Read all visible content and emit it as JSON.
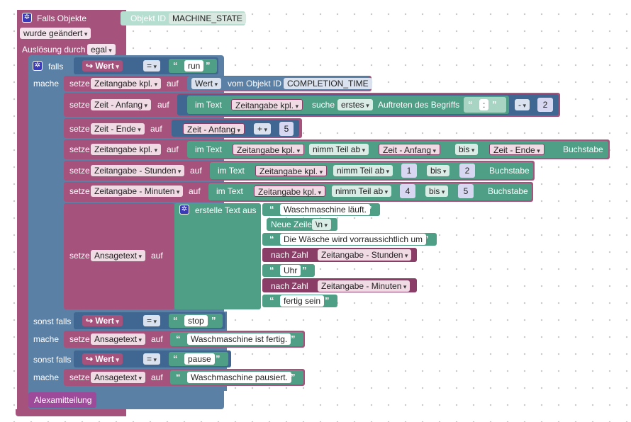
{
  "trigger": {
    "title": "Falls Objekte",
    "id_label": "Objekt ID",
    "id_value": "MACHINE_STATE",
    "changed": "wurde geändert",
    "ausloesung": "Auslösung durch",
    "egal": "egal"
  },
  "if_block": {
    "falls": "falls",
    "mache": "mache",
    "sonst_falls": "sonst falls"
  },
  "compare1": {
    "var": "Wert",
    "op": "=",
    "text": "run"
  },
  "compare2": {
    "var": "Wert",
    "op": "=",
    "text": "stop"
  },
  "compare3": {
    "var": "Wert",
    "op": "=",
    "text": "pause"
  },
  "rows": {
    "r1": {
      "setze": "setze",
      "var": "Zeitangabe kpl.",
      "auf": "auf",
      "val": "Wert",
      "vom": "vom Objekt ID",
      "id": "COMPLETION_TIME"
    },
    "r2": {
      "setze": "setze",
      "var": "Zeit - Anfang",
      "auf": "auf",
      "imtext": "im Text",
      "src": "Zeitangabe kpl.",
      "suche": "suche",
      "erstes": "erstes",
      "auftreten": "Auftreten des Begriffs",
      "begriff": ":",
      "op": "-",
      "num": "2"
    },
    "r3": {
      "setze": "setze",
      "var": "Zeit - Ende",
      "auf": "auf",
      "src": "Zeit - Anfang",
      "op": "+",
      "num": "5"
    },
    "r4": {
      "setze": "setze",
      "var": "Zeitangabe kpl.",
      "auf": "auf",
      "imtext": "im Text",
      "src": "Zeitangabe kpl.",
      "nimm": "nimm Teil ab",
      "from": "Zeit - Anfang",
      "bis": "bis",
      "to": "Zeit - Ende",
      "buchstabe": "Buchstabe"
    },
    "r5": {
      "setze": "setze",
      "var": "Zeitangabe - Stunden",
      "auf": "auf",
      "imtext": "im Text",
      "src": "Zeitangabe kpl.",
      "nimm": "nimm Teil ab",
      "from": "1",
      "bis": "bis",
      "to": "2",
      "buchstabe": "Buchstabe"
    },
    "r6": {
      "setze": "setze",
      "var": "Zeitangabe - Minuten",
      "auf": "auf",
      "imtext": "im Text",
      "src": "Zeitangabe kpl.",
      "nimm": "nimm Teil ab",
      "from": "4",
      "bis": "bis",
      "to": "5",
      "buchstabe": "Buchstabe"
    },
    "r7": {
      "setze": "setze",
      "var": "Ansagetext",
      "auf": "auf",
      "erstelle": "erstelle Text aus",
      "items": {
        "t1": "Waschmaschine läuft.",
        "newline_label": "Neue Zeile",
        "newline_val": "\\n",
        "t2": "Die Wäsche wird vorraussichtlich um",
        "nachzahl": "nach Zahl",
        "n1": "Zeitangabe - Stunden",
        "t3": "Uhr",
        "n2": "Zeitangabe - Minuten",
        "t4": "fertig sein"
      }
    },
    "r8": {
      "setze": "setze",
      "var": "Ansagetext",
      "auf": "auf",
      "text": "Waschmaschine ist fertig."
    },
    "r9": {
      "setze": "setze",
      "var": "Ansagetext",
      "auf": "auf",
      "text": "Waschmaschine pausiert."
    }
  },
  "footer": {
    "label": "Alexamitteilung"
  },
  "colors": {
    "purple": "#a5537c",
    "green": "#4f9e86",
    "blue": "#5b80a5",
    "background": "#ffffff"
  }
}
